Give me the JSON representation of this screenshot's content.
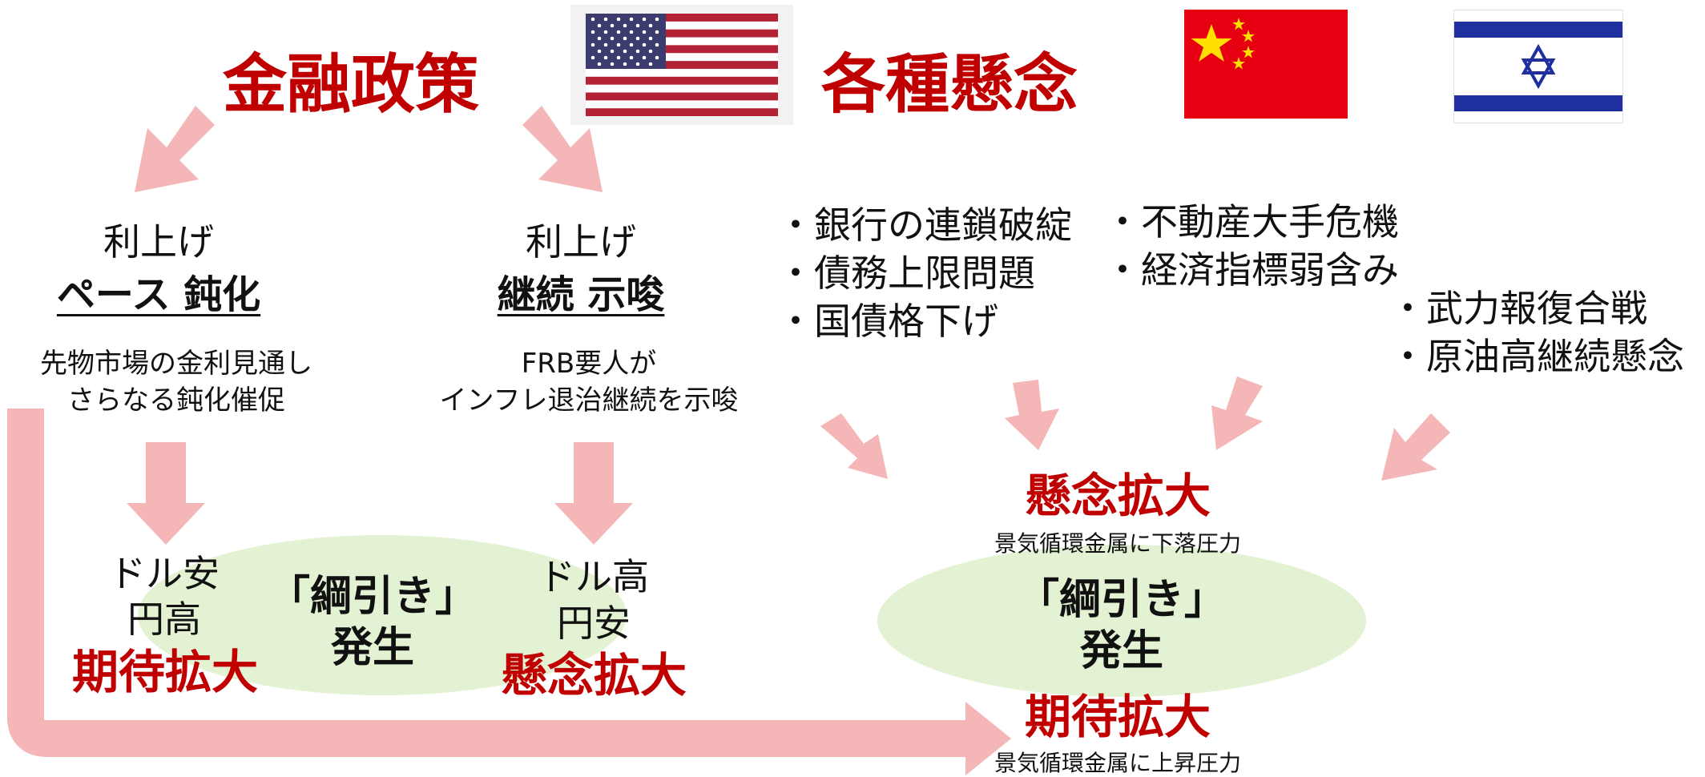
{
  "header": {
    "left_title": "金融政策",
    "right_title": "各種懸念",
    "flags": [
      "us-flag",
      "china-flag",
      "israel-flag"
    ]
  },
  "left_branch": {
    "line1": "利上げ",
    "line2": "ペース 鈍化",
    "note_line1": "先物市場の金利見通し",
    "note_line2": "さらなる鈍化催促",
    "fx_line1": "ドル安",
    "fx_line2": "円高",
    "result": "期待拡大"
  },
  "right_branch": {
    "line1": "利上げ",
    "line2": "継続 示唆",
    "note_line1": "FRB要人が",
    "note_line2": "インフレ退治継続を示唆",
    "fx_line1": "ドル高",
    "fx_line2": "円安",
    "result": "懸念拡大"
  },
  "left_tug": {
    "line1": "「綱引き」",
    "line2": "発生"
  },
  "concerns": {
    "us_items": [
      "・銀行の連鎖破綻",
      "・債務上限問題",
      "・国債格下げ"
    ],
    "china_items": [
      "・不動産大手危機",
      "・経済指標弱含み"
    ],
    "israel_items": [
      "・武力報復合戦",
      "・原油高継続懸念"
    ]
  },
  "right_result": {
    "concern_title": "懸念拡大",
    "concern_sub": "景気循環金属に下落圧力",
    "tug_line1": "「綱引き」",
    "tug_line2": "発生",
    "expect_title": "期待拡大",
    "expect_sub": "景気循環金属に上昇圧力"
  },
  "colors": {
    "title_red": "#c00000",
    "arrow_pink": "#f4b6b6",
    "ellipse_green": "#e4f2d4",
    "us_blue": "#3c3b6e",
    "us_red": "#b22234",
    "china_red": "#e60012",
    "china_yellow": "#ffde00",
    "israel_blue": "#1f2fa0"
  }
}
